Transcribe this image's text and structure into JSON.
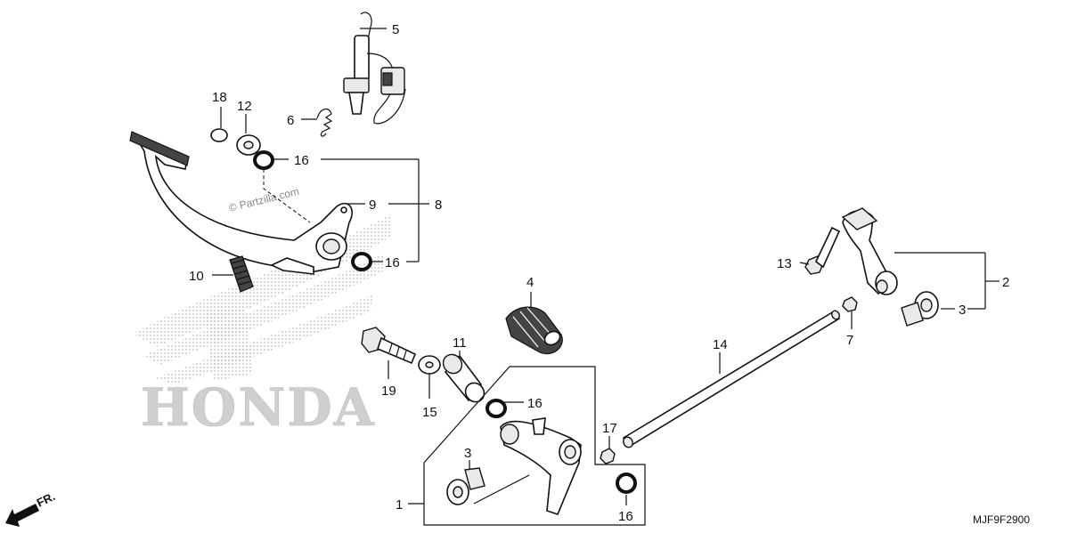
{
  "diagram": {
    "callouts": {
      "c1": "1",
      "c2": "2",
      "c3a": "3",
      "c3b": "3",
      "c4": "4",
      "c5": "5",
      "c6": "6",
      "c7": "7",
      "c8": "8",
      "c9": "9",
      "c10": "10",
      "c11": "11",
      "c12": "12",
      "c13": "13",
      "c14": "14",
      "c15": "15",
      "c16a": "16",
      "c16b": "16",
      "c16c": "16",
      "c16d": "16",
      "c17": "17",
      "c18": "18",
      "c19": "19"
    },
    "watermark": "© Partzilla.com",
    "logo_text": "HONDA",
    "direction_label": "FR.",
    "diagram_code": "MJF9F2900"
  }
}
